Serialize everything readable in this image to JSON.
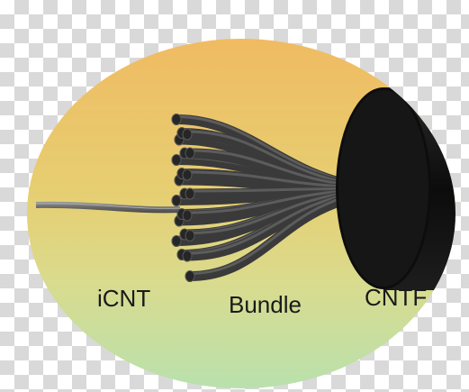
{
  "labels": {
    "icnt": "iCNT",
    "bundle": "Bundle",
    "cntf": "CNTF"
  },
  "colors": {
    "disc_top": "#efbd63",
    "disc_mid": "#e3d97e",
    "disc_bottom": "#bfe0a8",
    "fiber_dark": "#111111",
    "strand": "#3c3c3c",
    "single_tube": "#7a7a7a"
  }
}
